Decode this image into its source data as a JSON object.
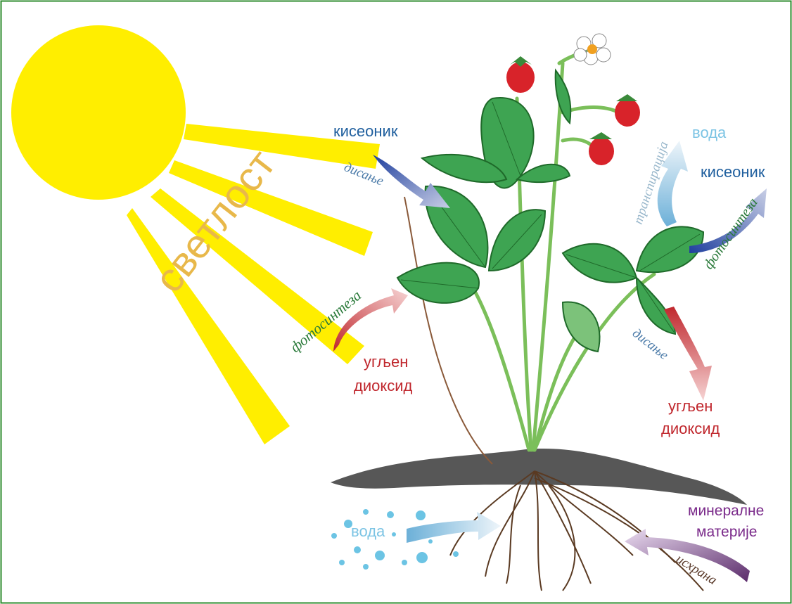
{
  "colors": {
    "frame": "#2e8b2e",
    "sun": "#ffee00",
    "oxygen": "#1f5f9e",
    "co2": "#c0272d",
    "water": "#6cc4e4",
    "photosynthesis": "#2a7a3a",
    "minerals": "#7a2a8a",
    "light": "#e8b84a",
    "respiration": "#4a7aa8",
    "nutrition": "#5a3a2a"
  },
  "labels": {
    "light": "светлост",
    "oxygen_left": "кисеоник",
    "respiration_left": "дисање",
    "photosynthesis_left": "фотосинтеза",
    "co2_left_line1": "угљен",
    "co2_left_line2": "диоксид",
    "transpiration": "транспирација",
    "water_top": "вода",
    "oxygen_right": "кисеоник",
    "photosynthesis_right": "фотосинтеза",
    "respiration_right": "дисање",
    "co2_right_line1": "угљен",
    "co2_right_line2": "диоксид",
    "water_bottom": "вода",
    "minerals_line1": "минералне",
    "minerals_line2": "материје",
    "nutrition": "исхрана"
  }
}
